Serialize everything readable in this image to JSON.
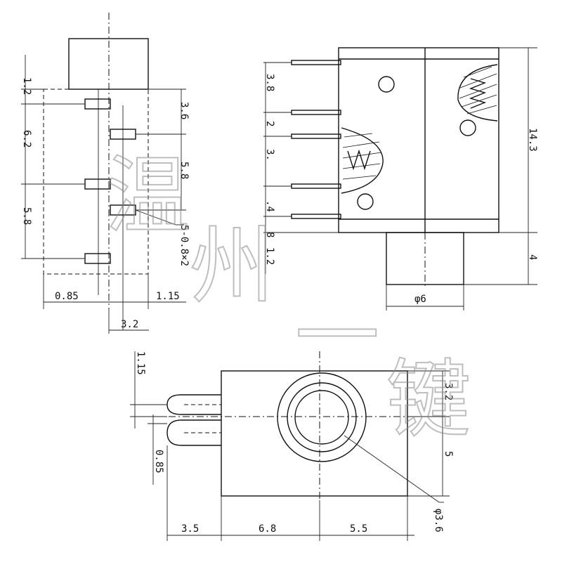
{
  "watermark": {
    "chars": [
      "温",
      "州",
      "一",
      "键"
    ]
  },
  "side_view": {
    "dims": {
      "top_offset": "1.2",
      "pitch_a": "6.2",
      "pitch_b": "5.8",
      "right_a": "3.6",
      "right_b": "5.8",
      "pin_note": "5-0.8×2",
      "left_gap": "0.85",
      "right_gap": "1.15",
      "width": "3.2"
    }
  },
  "front_view": {
    "dims": {
      "p1": "3.8",
      "p2": "2",
      "p3": "3.",
      "p4": ".4",
      "p5": "8",
      "p6": "1.2",
      "height": "14.3",
      "nose": "4",
      "dia": "φ6"
    }
  },
  "top_view": {
    "dims": {
      "pin_top": "1.15",
      "pin_bottom": "0.85",
      "right_a": "3.2",
      "right_b": "5",
      "hole": "φ3.6",
      "w1": "3.5",
      "w2": "6.8",
      "w3": "5.5"
    }
  }
}
